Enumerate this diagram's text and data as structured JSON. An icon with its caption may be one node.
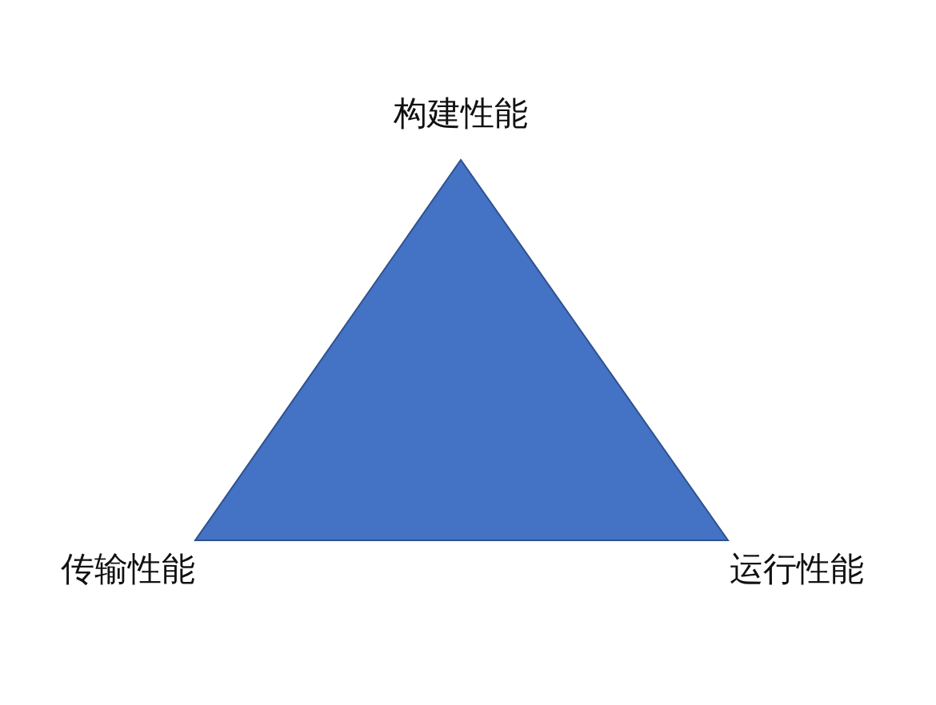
{
  "diagram": {
    "labels": [
      "构建性能",
      "传输性能",
      "运行性能"
    ]
  }
}
